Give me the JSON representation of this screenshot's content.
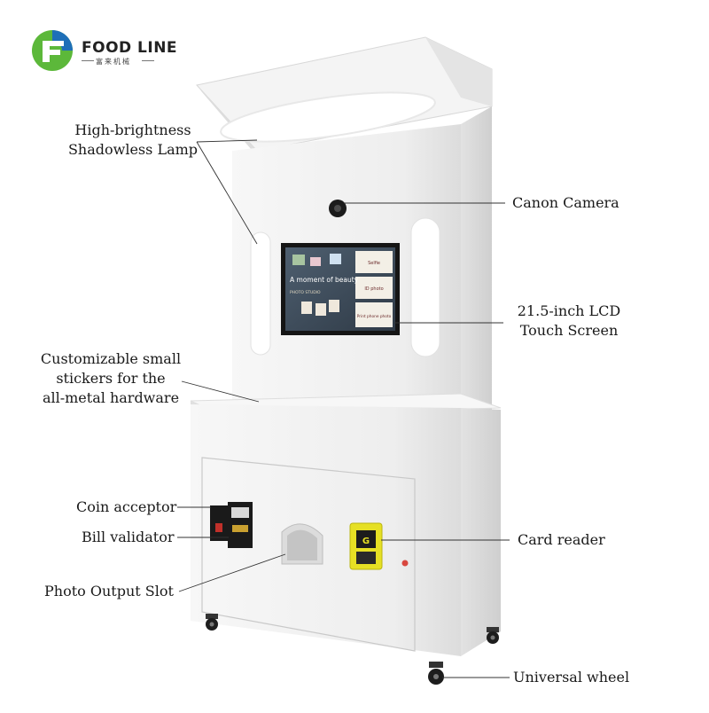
{
  "brand": {
    "name": "FOOD LINE",
    "subtitle": "富来机械",
    "colors": {
      "green": "#5cb83a",
      "blue": "#1e6fb8"
    }
  },
  "labels": {
    "lamp": [
      "High-brightness",
      "Shadowless Lamp"
    ],
    "camera": "Canon Camera",
    "screen": [
      "21.5-inch LCD",
      "Touch Screen"
    ],
    "stickers": [
      "Customizable small",
      "stickers for the",
      "all-metal hardware"
    ],
    "coin": "Coin acceptor",
    "bill": "Bill validator",
    "photo_slot": "Photo Output Slot",
    "card_reader": "Card reader",
    "wheel": "Universal wheel"
  },
  "screen_ui": {
    "headline": "A moment of beauty",
    "menu": [
      "Selfie",
      "ID photo",
      "Print phone photo"
    ],
    "photo_label": "PHOTO STUDIO"
  },
  "colors": {
    "kiosk": "#f1f1f1",
    "kiosk_shadow": "#d6d6d6",
    "screen_bg": "#3d4a5a",
    "card_reader": "#e6e024"
  }
}
